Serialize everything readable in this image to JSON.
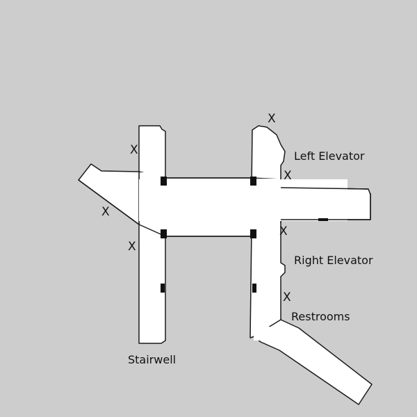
{
  "map": {
    "background_color": "#cdcdcd",
    "floor_color": "#ffffff",
    "wall_color": "#111111",
    "labels": {
      "left_elevator": "Left Elevator",
      "right_elevator": "Right Elevator",
      "restrooms": "Restrooms",
      "stairwell": "Stairwell"
    },
    "marker_symbol": "X"
  }
}
